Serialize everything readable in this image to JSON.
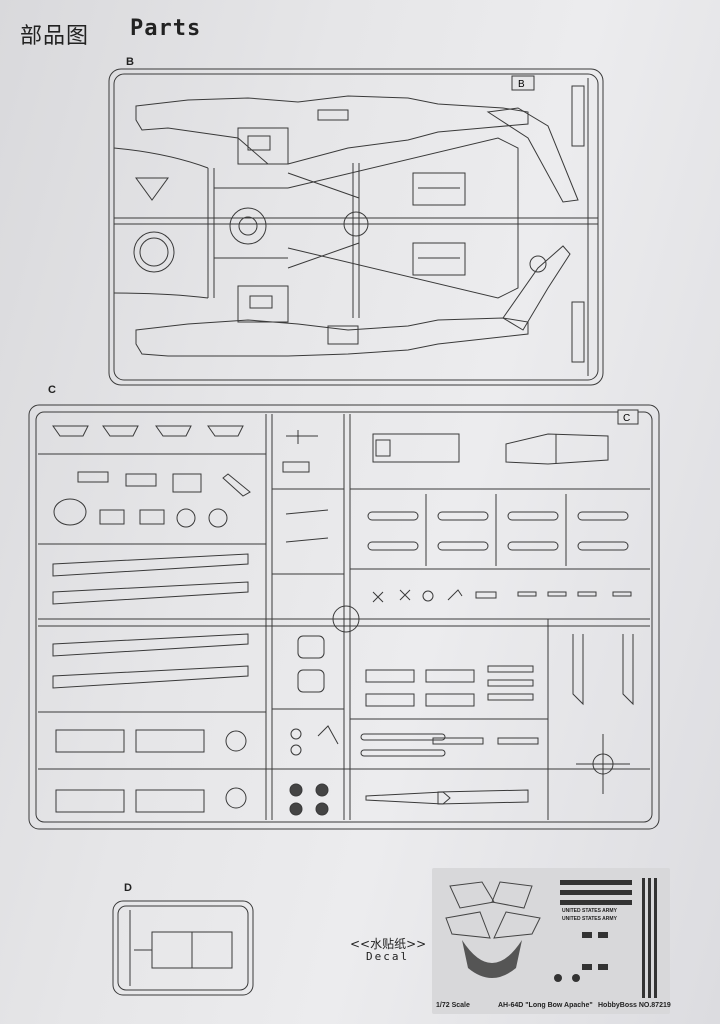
{
  "header": {
    "title_cn": "部品图",
    "title_en": "Parts"
  },
  "sections": {
    "b": "B",
    "c": "C",
    "d": "D"
  },
  "sprue_b_tag": "B",
  "sprue_c_tag": "C",
  "decal": {
    "label_cn": "<<水贴纸>>",
    "label_en": "Decal",
    "scale": "1/72 Scale",
    "model": "AH-64D \"Long Bow Apache\"",
    "maker": "HobbyBoss NO.87219",
    "banner_1": "UNITED STATES ARMY",
    "banner_2": "UNITED STATES ARMY"
  },
  "colors": {
    "line": "#3a3a3a",
    "paper": "#e6e6e8"
  }
}
